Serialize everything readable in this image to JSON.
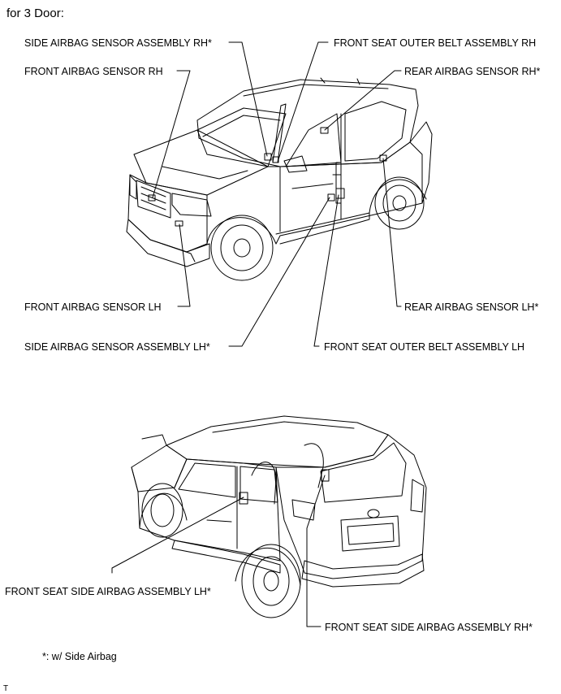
{
  "title": "for 3 Door:",
  "labels": {
    "side_airbag_sensor_rh": "SIDE AIRBAG SENSOR ASSEMBLY RH*",
    "front_seat_outer_belt_rh": "FRONT SEAT OUTER BELT ASSEMBLY RH",
    "front_airbag_sensor_rh": "FRONT AIRBAG SENSOR RH",
    "rear_airbag_sensor_rh": "REAR AIRBAG SENSOR RH*",
    "front_airbag_sensor_lh": "FRONT AIRBAG SENSOR LH",
    "rear_airbag_sensor_lh": "REAR AIRBAG SENSOR LH*",
    "side_airbag_sensor_lh": "SIDE AIRBAG SENSOR ASSEMBLY LH*",
    "front_seat_outer_belt_lh": "FRONT SEAT OUTER BELT ASSEMBLY LH",
    "front_seat_side_airbag_lh": "FRONT SEAT SIDE AIRBAG ASSEMBLY LH*",
    "front_seat_side_airbag_rh": "FRONT SEAT SIDE AIRBAG ASSEMBLY RH*"
  },
  "footnote": "*: w/ Side Airbag",
  "corner_code": "T"
}
